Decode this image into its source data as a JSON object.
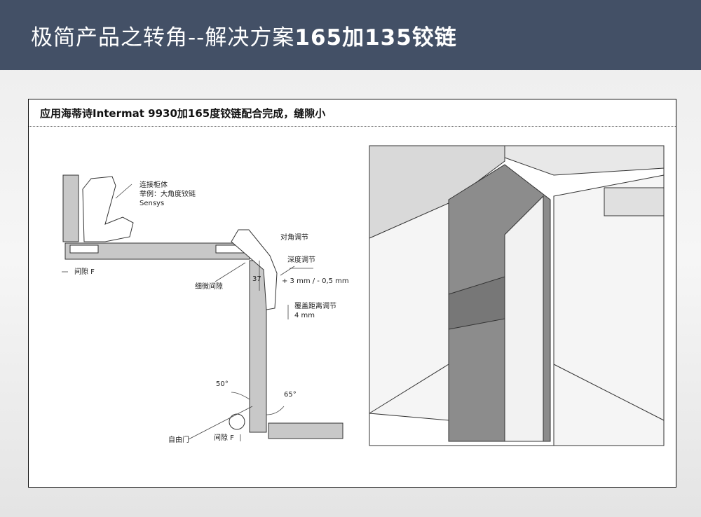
{
  "header": {
    "title_prefix": "极简产品之转角--解决方案",
    "title_bold": "165加135铰链"
  },
  "panel": {
    "subtitle": "应用海蒂诗Intermat 9930加165度铰链配合完成，缝隙小"
  },
  "diagram": {
    "connect_cabinet": "连接柜体",
    "example": "举例：大角度铰链",
    "sensys": "Sensys",
    "gap_f_left": "间隙 F",
    "diagonal_adjust": "对角调节",
    "depth_adjust": "深度调节",
    "depth_value": "+ 3 mm /  - 0,5 mm",
    "fine_gap": "细微间隙",
    "dim_37": "37",
    "overlay_adjust": "覆盖距离调节",
    "overlay_value": "4 mm",
    "angle_50": "50°",
    "angle_65": "65°",
    "free_door": "自由门",
    "gap_f_bottom": "间隙 F"
  },
  "colors": {
    "header": "#435066",
    "panel_fill": "#c8c8c8"
  }
}
